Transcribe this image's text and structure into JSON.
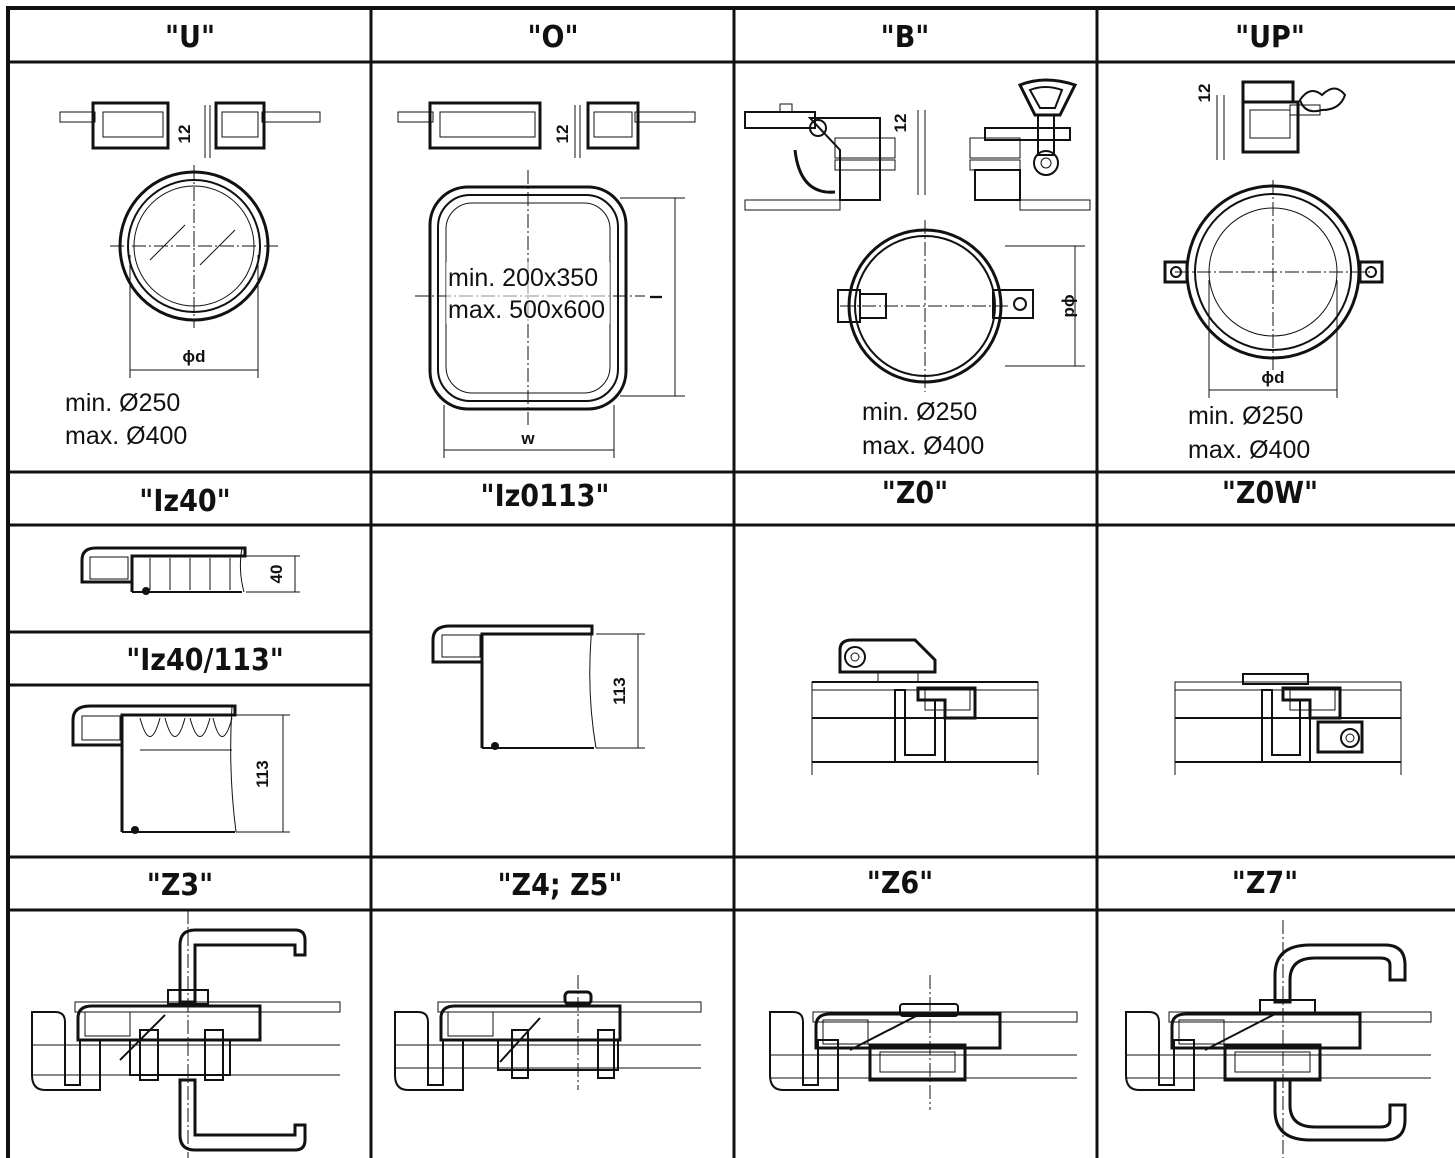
{
  "cells": {
    "U": {
      "title": "\"U\"",
      "min": "min. Ø250",
      "max": "max. Ø400",
      "dim_d": "ϕd",
      "dim_12": "12"
    },
    "O": {
      "title": "\"O\"",
      "min": "min. 200x350",
      "max": "max. 500x600",
      "dim_l": "l",
      "dim_w": "w",
      "dim_12": "12"
    },
    "B": {
      "title": "\"B\"",
      "min": "min. Ø250",
      "max": "max. Ø400",
      "dim_d": "ϕd",
      "dim_12": "12"
    },
    "UP": {
      "title": "\"UP\"",
      "min": "min. Ø250",
      "max": "max. Ø400",
      "dim_d": "ϕd",
      "dim_12": "12"
    },
    "Iz40": {
      "title": "\"Iz40\"",
      "dim": "40"
    },
    "Iz40_113": {
      "title": "\"Iz40/113\"",
      "dim": "113"
    },
    "Iz0113": {
      "title": "\"Iz0113\"",
      "dim": "113"
    },
    "Z0": {
      "title": "\"Z0\""
    },
    "Z0W": {
      "title": "\"Z0W\""
    },
    "Z3": {
      "title": "\"Z3\""
    },
    "Z4Z5": {
      "title": "\"Z4;  Z5\""
    },
    "Z6": {
      "title": "\"Z6\""
    },
    "Z7": {
      "title": "\"Z7\""
    }
  }
}
